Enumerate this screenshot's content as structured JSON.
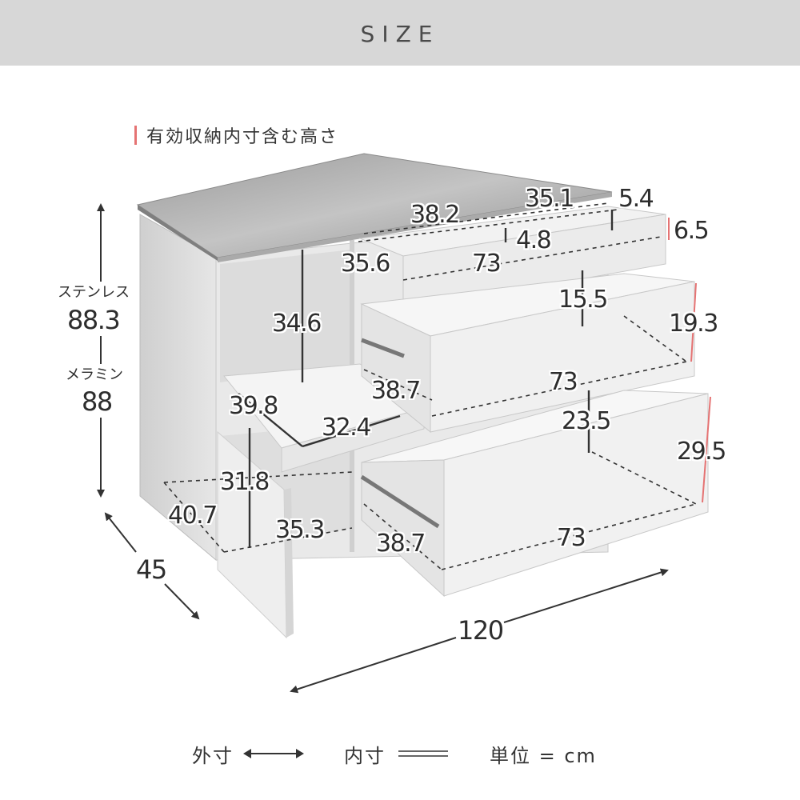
{
  "header": {
    "title": "SIZE"
  },
  "note": {
    "text": "有効収納内寸含む高さ"
  },
  "dimensions": {
    "stainless_label": "ステンレス",
    "stainless_height": "88.3",
    "melamine_label": "メラミン",
    "melamine_height": "88",
    "depth_outer": "45",
    "width_outer": "120",
    "top_drawer_width": "38.2",
    "top_drawer_inner_width": "35.1",
    "top_drawer_height": "5.4",
    "top_drawer_outer_height": "6.5",
    "top_drawer_gap": "4.8",
    "top_drawer_depth": "35.6",
    "top_drawer_length": "73",
    "open_shelf_height": "34.6",
    "mid_drawer_inner_height": "15.5",
    "mid_drawer_outer_height": "19.3",
    "slide_shelf_depth": "39.8",
    "slide_shelf_width": "32.4",
    "mid_drawer_depth": "38.7",
    "mid_drawer_length": "73",
    "low_drawer_inner_height": "23.5",
    "low_drawer_outer_height": "29.5",
    "cabinet_height": "31.8",
    "cabinet_depth": "40.7",
    "cabinet_width": "35.3",
    "low_drawer_depth": "38.7",
    "low_drawer_length": "73"
  },
  "legend": {
    "outer_label": "外寸",
    "inner_label": "内寸",
    "unit_label": "単位 = cm"
  },
  "colors": {
    "header_bg": "#d7d7d7",
    "accent_red": "#e57373",
    "outer_dim_line": "#333333",
    "inner_dim_line": "#333333"
  }
}
